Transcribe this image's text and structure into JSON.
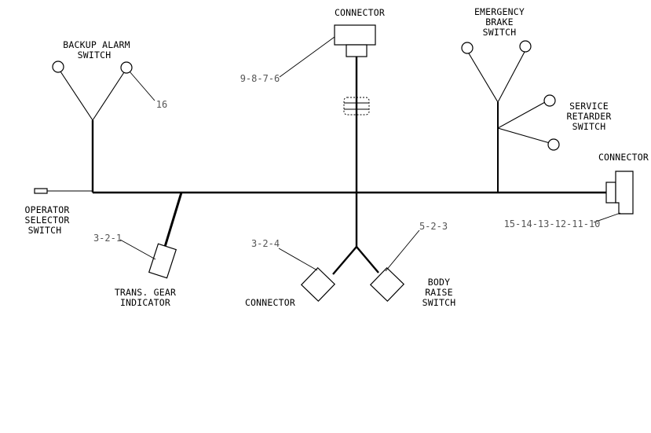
{
  "labels": {
    "connector_top": "CONNECTOR",
    "emergency_brake": [
      "EMERGENCY",
      "BRAKE",
      "SWITCH"
    ],
    "backup_alarm": [
      "BACKUP ALARM",
      "SWITCH"
    ],
    "service_retarder": [
      "SERVICE",
      "RETARDER",
      "SWITCH"
    ],
    "connector_right": "CONNECTOR",
    "operator_selector": [
      "OPERATOR",
      "SELECTOR",
      "SWITCH"
    ],
    "trans_gear": [
      "TRANS. GEAR",
      "INDICATOR"
    ],
    "connector_bottom": "CONNECTOR",
    "body_raise": [
      "BODY",
      "RAISE",
      "SWITCH"
    ]
  },
  "pins": {
    "connector_top": "9-8-7-6",
    "backup_alarm": "16",
    "trans_gear": "3-2-1",
    "connector_bottom": "3-2-4",
    "body_raise": "5-2-3",
    "connector_right": "15-14-13-12-11-10"
  }
}
